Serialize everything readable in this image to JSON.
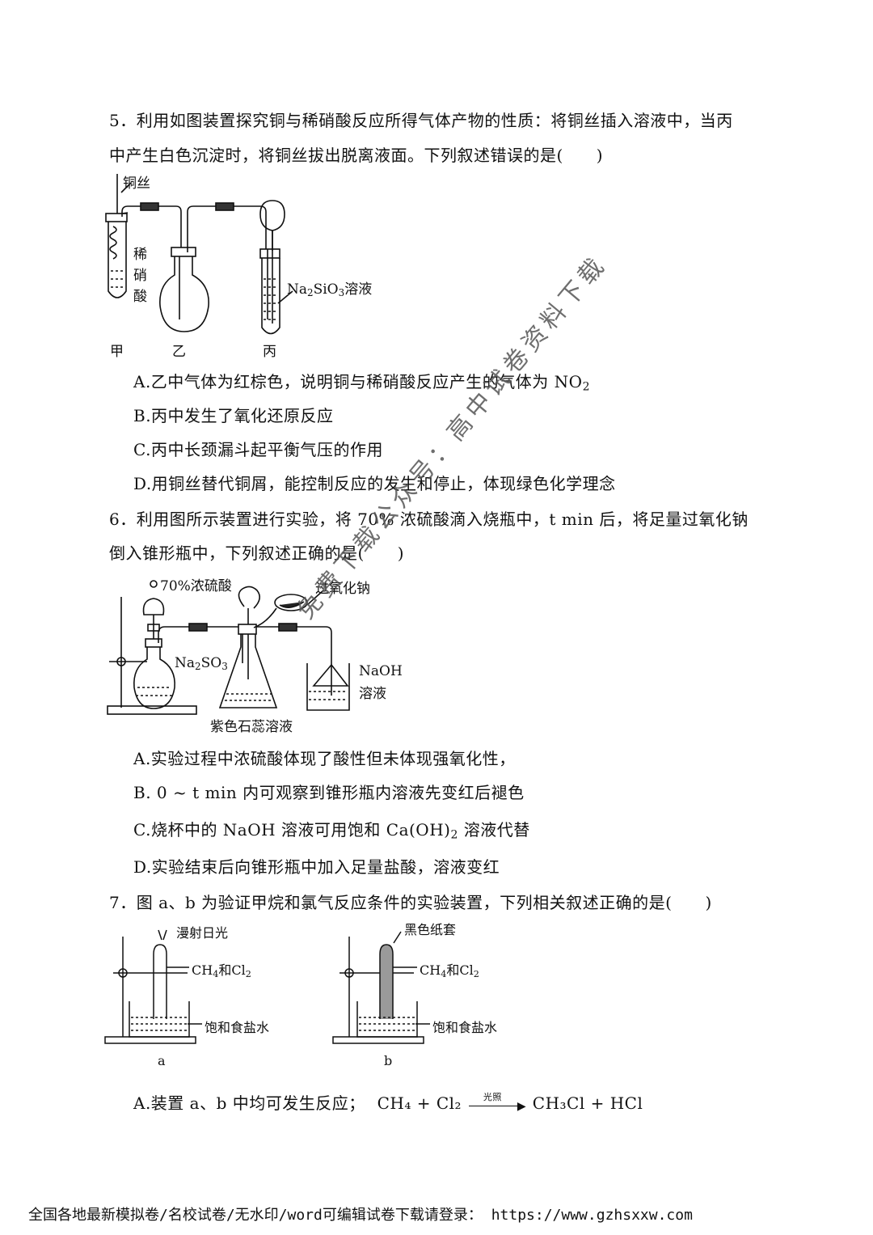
{
  "q5": {
    "line1": "5．利用如图装置探究铜与稀硝酸反应所得气体产物的性质：将铜丝插入溶液中，当丙",
    "line2": "中产生白色沉淀时，将铜丝拔出脱离液面。下列叙述错误的是(　　)",
    "fig": {
      "copper_wire": "铜丝",
      "acid_1": "稀",
      "acid_2": "硝",
      "acid_3": "酸",
      "solution_pre": "Na",
      "solution_sub1": "2",
      "solution_mid": "SiO",
      "solution_sub2": "3",
      "solution_post": "溶液",
      "jia": "甲",
      "yi": "乙",
      "bing": "丙"
    },
    "options": {
      "a_pre": "A.乙中气体为红棕色，说明铜与稀硝酸反应产生的气体为 NO",
      "a_sub": "2",
      "b": "B.丙中发生了氧化还原反应",
      "c": "C.丙中长颈漏斗起平衡气压的作用",
      "d": "D.用铜丝替代铜屑，能控制反应的发生和停止，体现绿色化学理念"
    }
  },
  "q6": {
    "line1": "6．利用图所示装置进行实验，将 70% 浓硫酸滴入烧瓶中，t min 后，将足量过氧化钠",
    "line2": "倒入锥形瓶中，下列叙述正确的是(　　)",
    "fig": {
      "acid": "70%浓硫酸",
      "peroxide": "过氧化钠",
      "sulfite_pre": "Na",
      "sulfite_sub1": "2",
      "sulfite_mid": "SO",
      "sulfite_sub2": "3",
      "naoh": "NaOH",
      "naoh_sol": "溶液",
      "litmus": "紫色石蕊溶液"
    },
    "options": {
      "a": "A.实验过程中浓硫酸体现了酸性但未体现强氧化性，",
      "b": "B. 0 ~ t min 内可观察到锥形瓶内溶液先变红后褪色",
      "c_pre": "C.烧杯中的 NaOH 溶液可用饱和 Ca(OH)",
      "c_sub": "2",
      "c_post": " 溶液代替",
      "d": "D.实验结束后向锥形瓶中加入足量盐酸，溶液变红"
    }
  },
  "q7": {
    "line1": "7．图 a、b 为验证甲烷和氯气反应条件的实验装置，下列相关叙述正确的是(　　)",
    "fig_a": {
      "light": "漫射日光",
      "gas_pre": "CH",
      "gas_sub": "4",
      "gas_post": "和Cl",
      "gas_sub2": "2",
      "brine": "饱和食盐水",
      "label": "a"
    },
    "fig_b": {
      "cover": "黑色纸套",
      "gas_pre": "CH",
      "gas_sub": "4",
      "gas_post": "和Cl",
      "gas_sub2": "2",
      "brine": "饱和食盐水",
      "label": "b"
    },
    "options": {
      "a_pre": "A.装置 a、b 中均可发生反应；",
      "eq_left": "CH₄ + Cl₂",
      "eq_cond": "光照",
      "eq_right": "CH₃Cl + HCl"
    }
  },
  "watermark": "免费下载公众号：高中试卷资料下载",
  "footer": "全国各地最新模拟卷/名校试卷/无水印/word可编辑试卷下载请登录： https://www.gzhsxxw.com"
}
